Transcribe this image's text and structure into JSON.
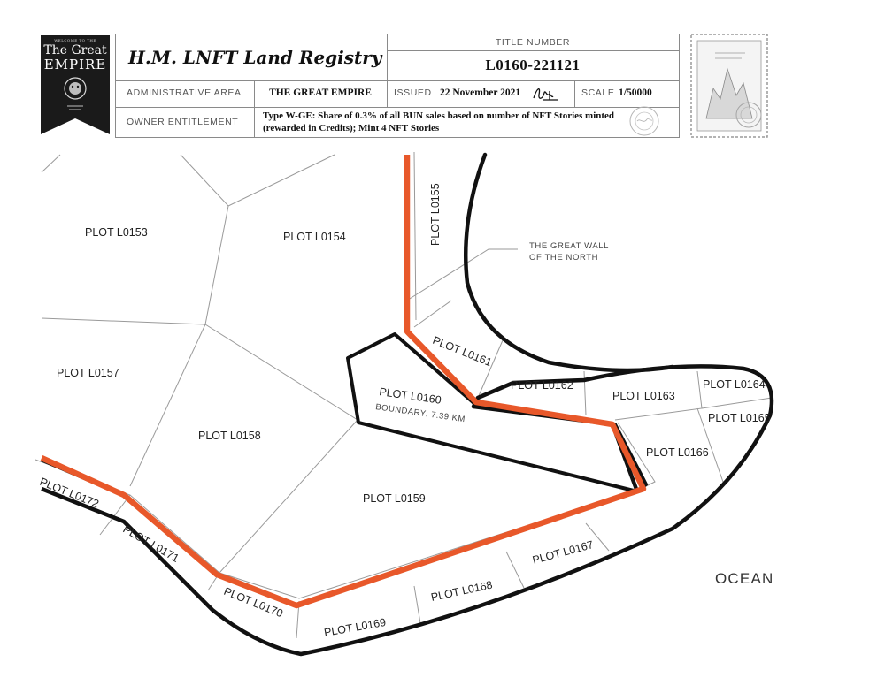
{
  "header": {
    "brand": {
      "line1": "The Great",
      "line2": "EMPIRE",
      "tiny": "WELCOME TO THE"
    },
    "registry_title": "H.M. LNFT Land Registry",
    "title_number_label": "TITLE NUMBER",
    "title_number": "L0160-221121",
    "admin_area_label": "ADMINISTRATIVE AREA",
    "admin_area": "THE GREAT EMPIRE",
    "issued_label": "ISSUED",
    "issued_date": "22 November 2021",
    "scale_label": "SCALE",
    "scale": "1/50000",
    "owner_label": "OWNER ENTITLEMENT",
    "owner_line1": "Type W-GE: Share of 0.3% of all BUN sales based on number of NFT Stories minted",
    "owner_line2": "(rewarded in Credits); Mint 4 NFT Stories"
  },
  "map": {
    "plots": {
      "p153": "PLOT L0153",
      "p154": "PLOT L0154",
      "p155": "PLOT L0155",
      "p157": "PLOT L0157",
      "p158": "PLOT L0158",
      "p159": "PLOT L0159",
      "p160": "PLOT L0160",
      "p161": "PLOT L0161",
      "p162": "PLOT L0162",
      "p163": "PLOT L0163",
      "p164": "PLOT L0164",
      "p165": "PLOT L0165",
      "p166": "PLOT L0166",
      "p167": "PLOT L0167",
      "p168": "PLOT L0168",
      "p169": "PLOT L0169",
      "p170": "PLOT L0170",
      "p171": "PLOT L0171",
      "p172": "PLOT L0172"
    },
    "boundary_note": "BOUNDARY: 7.39 KM",
    "wall_label_line1": "THE GREAT WALL",
    "wall_label_line2": "OF THE NORTH",
    "ocean_label": "OCEAN"
  },
  "colors": {
    "wall": "#e8582a",
    "coast": "#111111",
    "plot_lines": "#9a9a9a",
    "badge": "#1a1a1a"
  }
}
